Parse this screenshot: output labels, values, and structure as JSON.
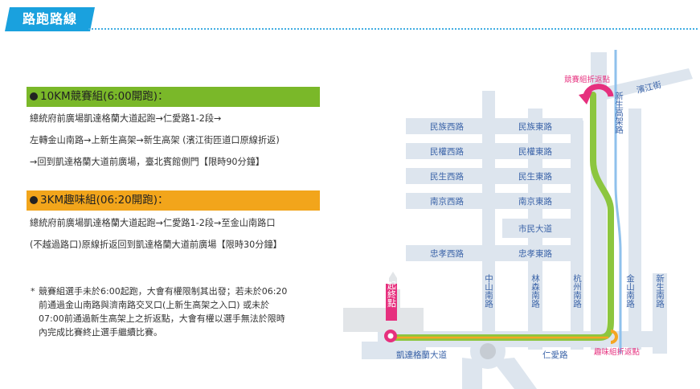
{
  "header": {
    "title": "路跑路線"
  },
  "routes": [
    {
      "heading": "10KM競賽組(6:00開跑)：",
      "color": "#7ab829",
      "lines": [
        "總統府前廣場凱達格蘭大道起跑→仁愛路1-2段→",
        "左轉金山南路→上新生高架→新生高架 (濱江街匝道口原線折返)",
        "→回到凱達格蘭大道前廣場，臺北賓館側門【限時90分鐘】"
      ]
    },
    {
      "heading": "3KM趣味組(06:20開跑)：",
      "color": "#f2a51b",
      "lines": [
        "總統府前廣場凱達格蘭大道起跑→仁愛路1-2段→至金山南路口",
        "(不越過路口)原線折返回到凱達格蘭大道前廣場【限時30分鐘】"
      ]
    }
  ],
  "note": {
    "star": "*",
    "lines": [
      "競賽組選手未於6:00起跑，大會有權限制其出發；若未於06:20",
      "前通過金山南路與濟南路交叉口(上新生高架之入口) 或未於",
      "07:00前通過新生高架上之折返點，大會有權以選手無法於限時",
      "內完成比賽終止選手繼續比賽。"
    ]
  },
  "map": {
    "colors": {
      "road": "#dde5ee",
      "label": "#3a63a8",
      "race_route": "#8cc63f",
      "fun_route": "#f5a623",
      "turnaround": "#e6307e",
      "viaduct": "#8fc1ec"
    },
    "streets_west": [
      "民族西路",
      "民權西路",
      "民生西路",
      "南京西路",
      "忠孝西路"
    ],
    "streets_east": [
      "民族東路",
      "民權東路",
      "民生東路",
      "南京東路",
      "市民大道",
      "忠孝東路"
    ],
    "vertical_roads": [
      "中山南路",
      "林森南路",
      "杭州南路",
      "金山南路",
      "新生南路"
    ],
    "viaduct": "新生高架路",
    "binjiang": "濱江街",
    "ketagalan": "凱達格蘭大道",
    "renai": "仁愛路",
    "race_turn": "競賽組折返點",
    "fun_turn": "趣味組折返點",
    "start_finish": "起終點"
  }
}
